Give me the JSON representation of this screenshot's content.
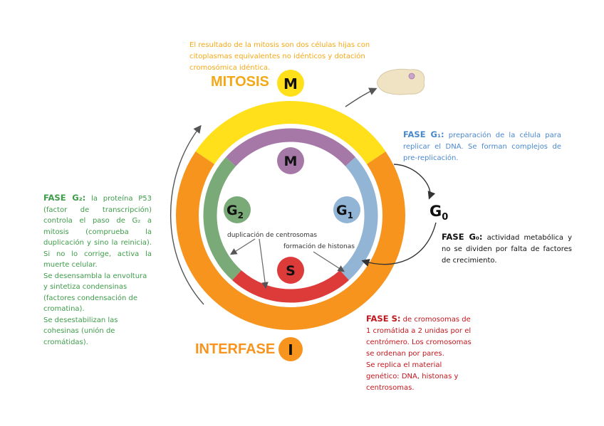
{
  "colors": {
    "mitosis_yellow": "#FFE01B",
    "interfase_orange": "#F7941D",
    "m_purple": "#A678A8",
    "g1_blue": "#92B5D6",
    "g2_green": "#7AAA78",
    "s_red": "#DD3A3A",
    "g2_text_green": "#3E9C4A",
    "g1_text_blue": "#4A88CC",
    "s_text_red": "#C3161C",
    "mitosis_text_orange": "#F5A817"
  },
  "top_note": "El resultado de la mitosis son dos células hijas con citoplasmas equivalentes no idénticos y dotación cromosómica idéntica.",
  "mitosis": {
    "title": "MITOSIS",
    "badge": "M"
  },
  "interfase": {
    "title": "INTERFASE",
    "badge": "I"
  },
  "inner_phases": {
    "m": "M",
    "g1": "G",
    "g1_sub": "1",
    "g2": "G",
    "g2_sub": "2",
    "s": "S"
  },
  "g0": {
    "label": "G",
    "sub": "0"
  },
  "annotations": {
    "centrosomes": "duplicación de centrosomas",
    "histones": "formación de histonas"
  },
  "g1_box": {
    "heading": "FASE G₁:",
    "text": "preparación de la célula para replicar el DNA. Se forman complejos de pre-replicación."
  },
  "g0_box": {
    "heading": "FASE G₀:",
    "text": "actividad metabólica y no se dividen por falta de factores de crecimiento."
  },
  "g2_box": {
    "heading": "FASE G₂:",
    "text1": "la proteína P53 (factor de transcripción) controla el paso de G₂ a mitosis (comprueba la duplicación y sino la reinicia). Si no lo corrige, activa la muerte celular.",
    "text2": "Se desensambla la envoltura y sintetiza condensinas (factores condensación de cromatina).",
    "text3": "Se desestabilizan las cohesinas (unión de cromátidas)."
  },
  "s_box": {
    "heading": "FASE S:",
    "text1": "de cromosomas de 1 cromátida a 2 unidas por el centrómero. Los cromosomas se ordenan por pares.",
    "text2": "Se replica el material genético: DNA, histonas y centrosomas."
  }
}
